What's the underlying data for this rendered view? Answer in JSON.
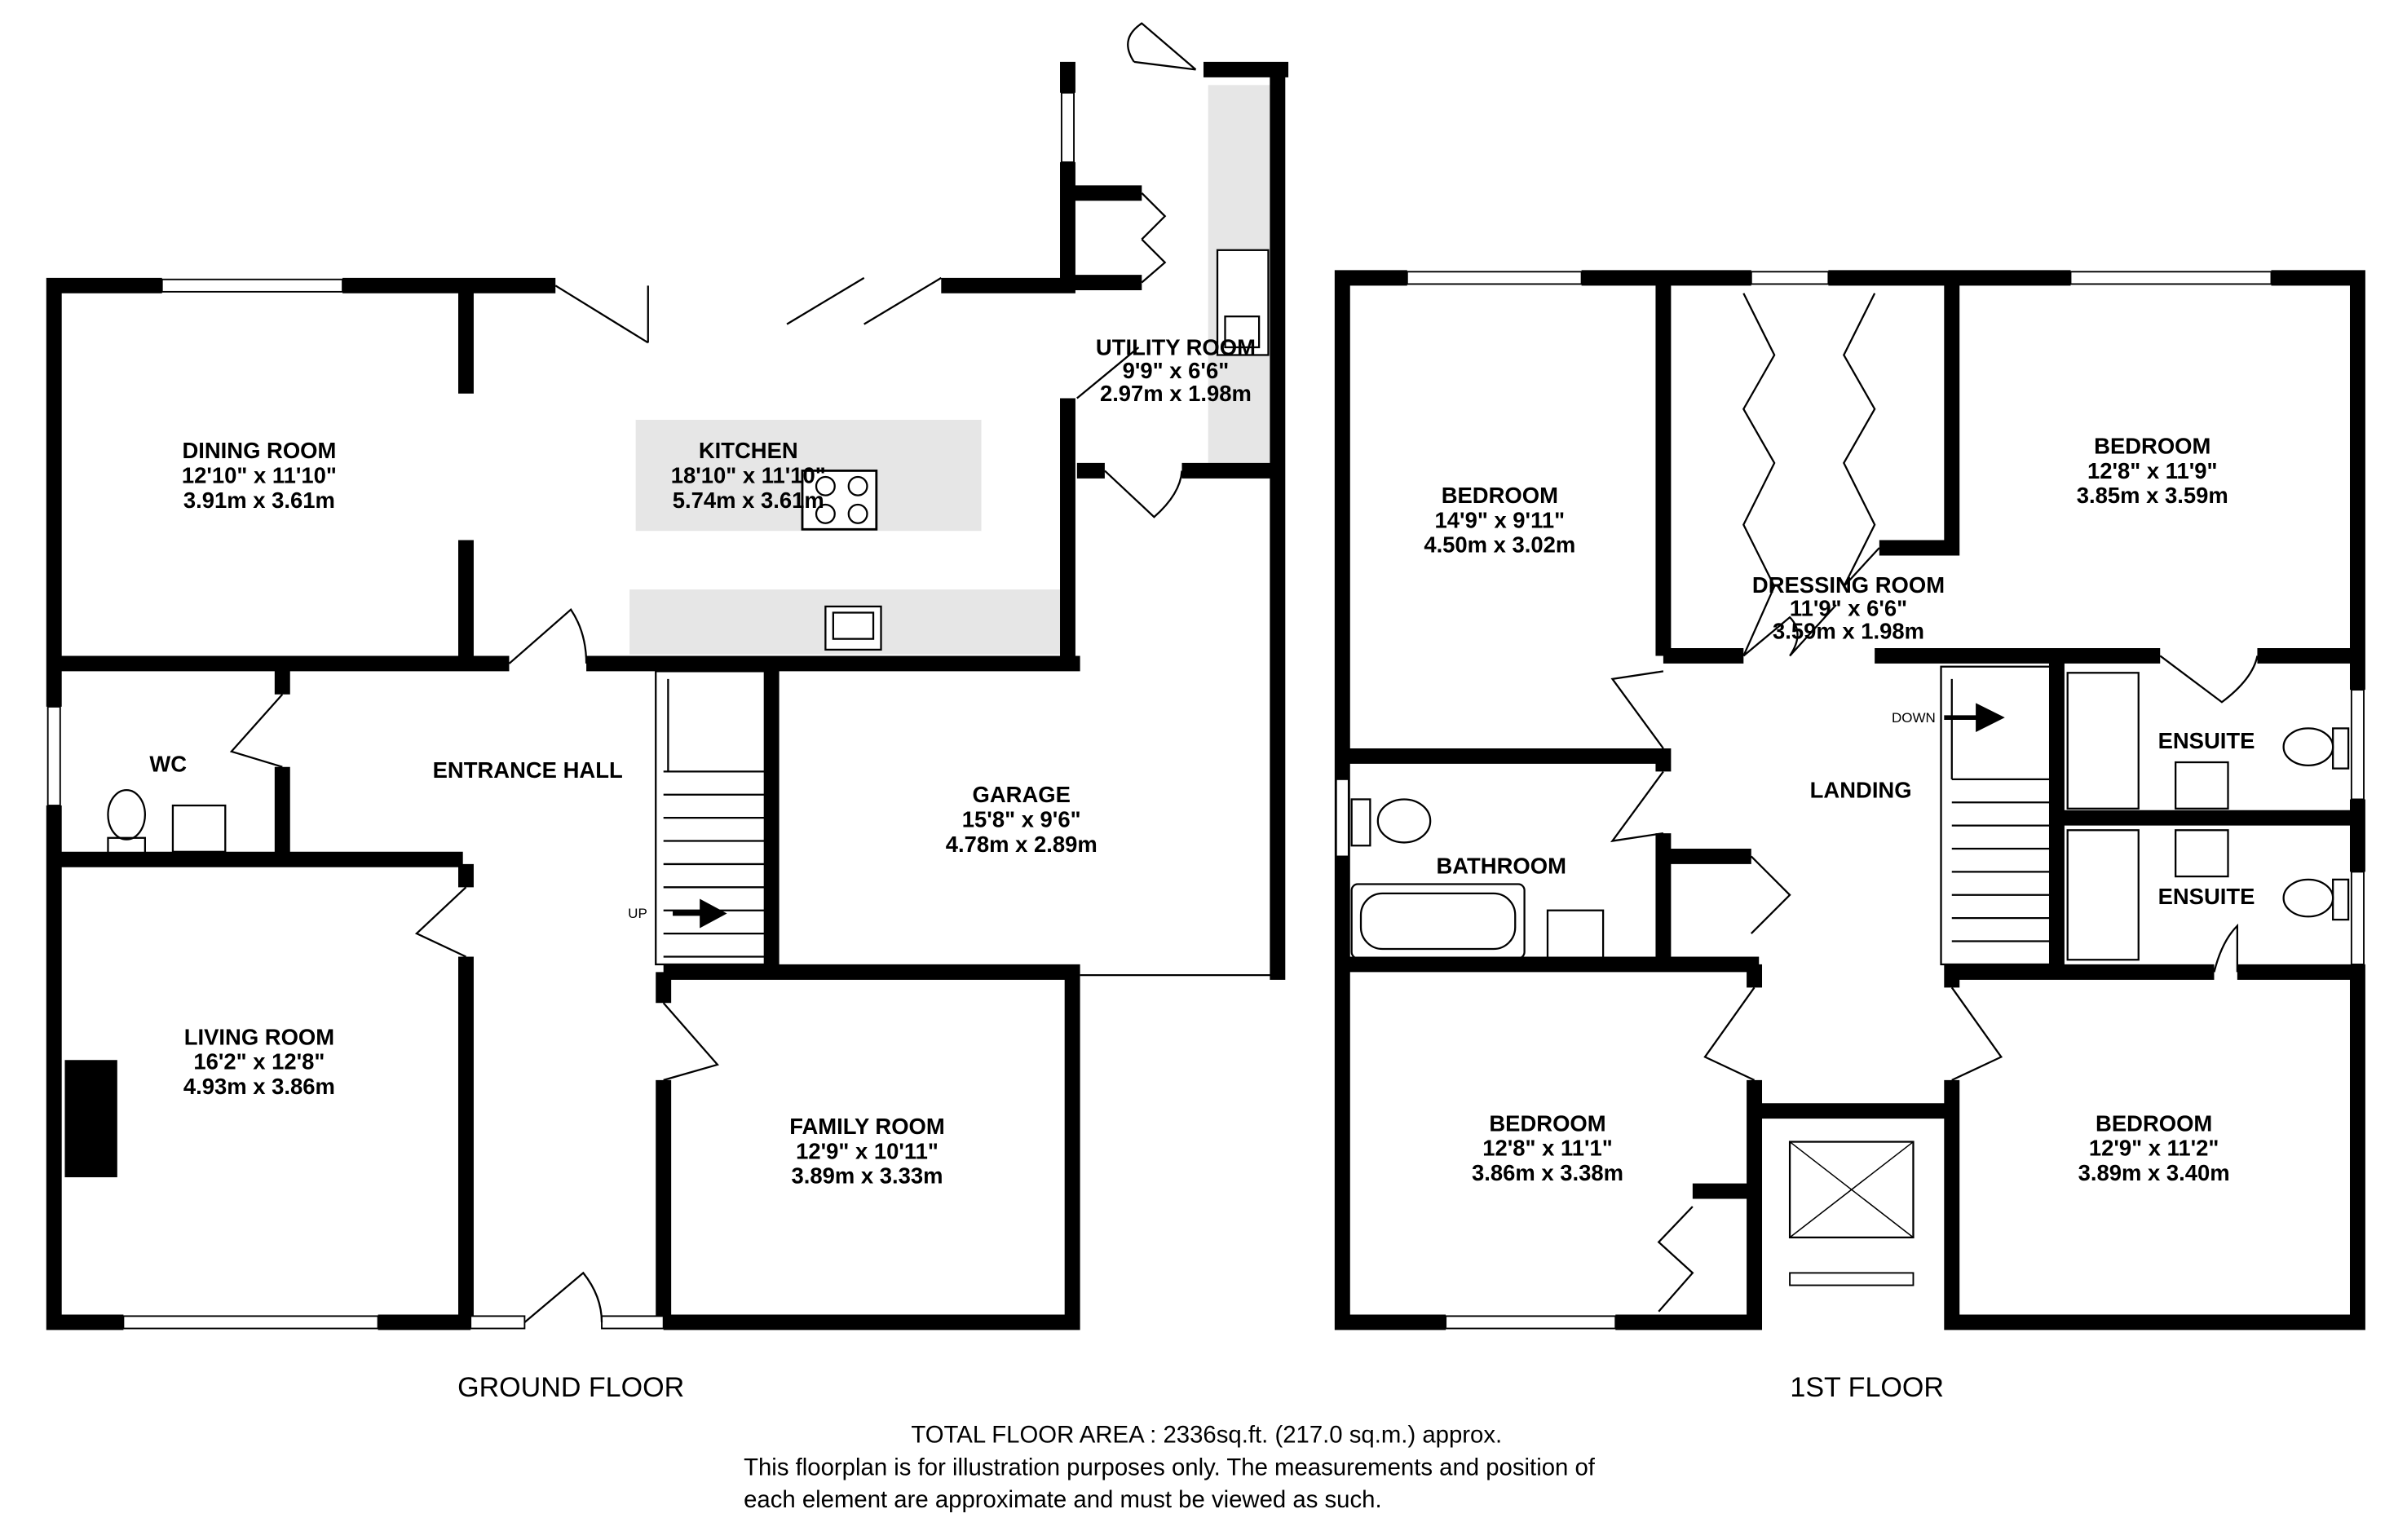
{
  "ground_floor": {
    "label": "GROUND FLOOR",
    "stairs_label": "UP",
    "rooms": [
      {
        "name": "DINING ROOM",
        "imperial": "12'10\"  x 11'10\"",
        "metric": "3.91m  x 3.61m"
      },
      {
        "name": "KITCHEN",
        "imperial": "18'10\"  x 11'10\"",
        "metric": "5.74m  x 3.61m"
      },
      {
        "name": "UTILITY ROOM",
        "imperial": "9'9\"  x 6'6\"",
        "metric": "2.97m  x 1.98m"
      },
      {
        "name": "WC"
      },
      {
        "name": "ENTRANCE HALL"
      },
      {
        "name": "GARAGE",
        "imperial": "15'8\"  x 9'6\"",
        "metric": "4.78m  x 2.89m"
      },
      {
        "name": "LIVING ROOM",
        "imperial": "16'2\"  x 12'8\"",
        "metric": "4.93m  x 3.86m"
      },
      {
        "name": "FAMILY ROOM",
        "imperial": "12'9\"  x 10'11\"",
        "metric": "3.89m  x 3.33m"
      }
    ]
  },
  "first_floor": {
    "label": "1ST FLOOR",
    "stairs_label": "DOWN",
    "rooms": [
      {
        "name": "BEDROOM",
        "imperial": "14'9\"  x 9'11\"",
        "metric": "4.50m  x 3.02m"
      },
      {
        "name": "DRESSING ROOM",
        "imperial": "11'9\"  x 6'6\"",
        "metric": "3.59m  x 1.98m"
      },
      {
        "name": "BEDROOM",
        "imperial": "12'8\"  x 11'9\"",
        "metric": "3.85m  x 3.59m"
      },
      {
        "name": "ENSUITE"
      },
      {
        "name": "LANDING"
      },
      {
        "name": "BATHROOM"
      },
      {
        "name": "ENSUITE"
      },
      {
        "name": "BEDROOM",
        "imperial": "12'8\"  x 11'1\"",
        "metric": "3.86m  x 3.38m"
      },
      {
        "name": "BEDROOM",
        "imperial": "12'9\"  x 11'2\"",
        "metric": "3.89m  x 3.40m"
      }
    ]
  },
  "footer": {
    "total_area": "TOTAL FLOOR AREA : 2336sq.ft. (217.0 sq.m.) approx.",
    "disclaimer_line1": "This floorplan is for illustration purposes only. The measurements and position of",
    "disclaimer_line2": "each element are approximate and must be viewed as such."
  }
}
